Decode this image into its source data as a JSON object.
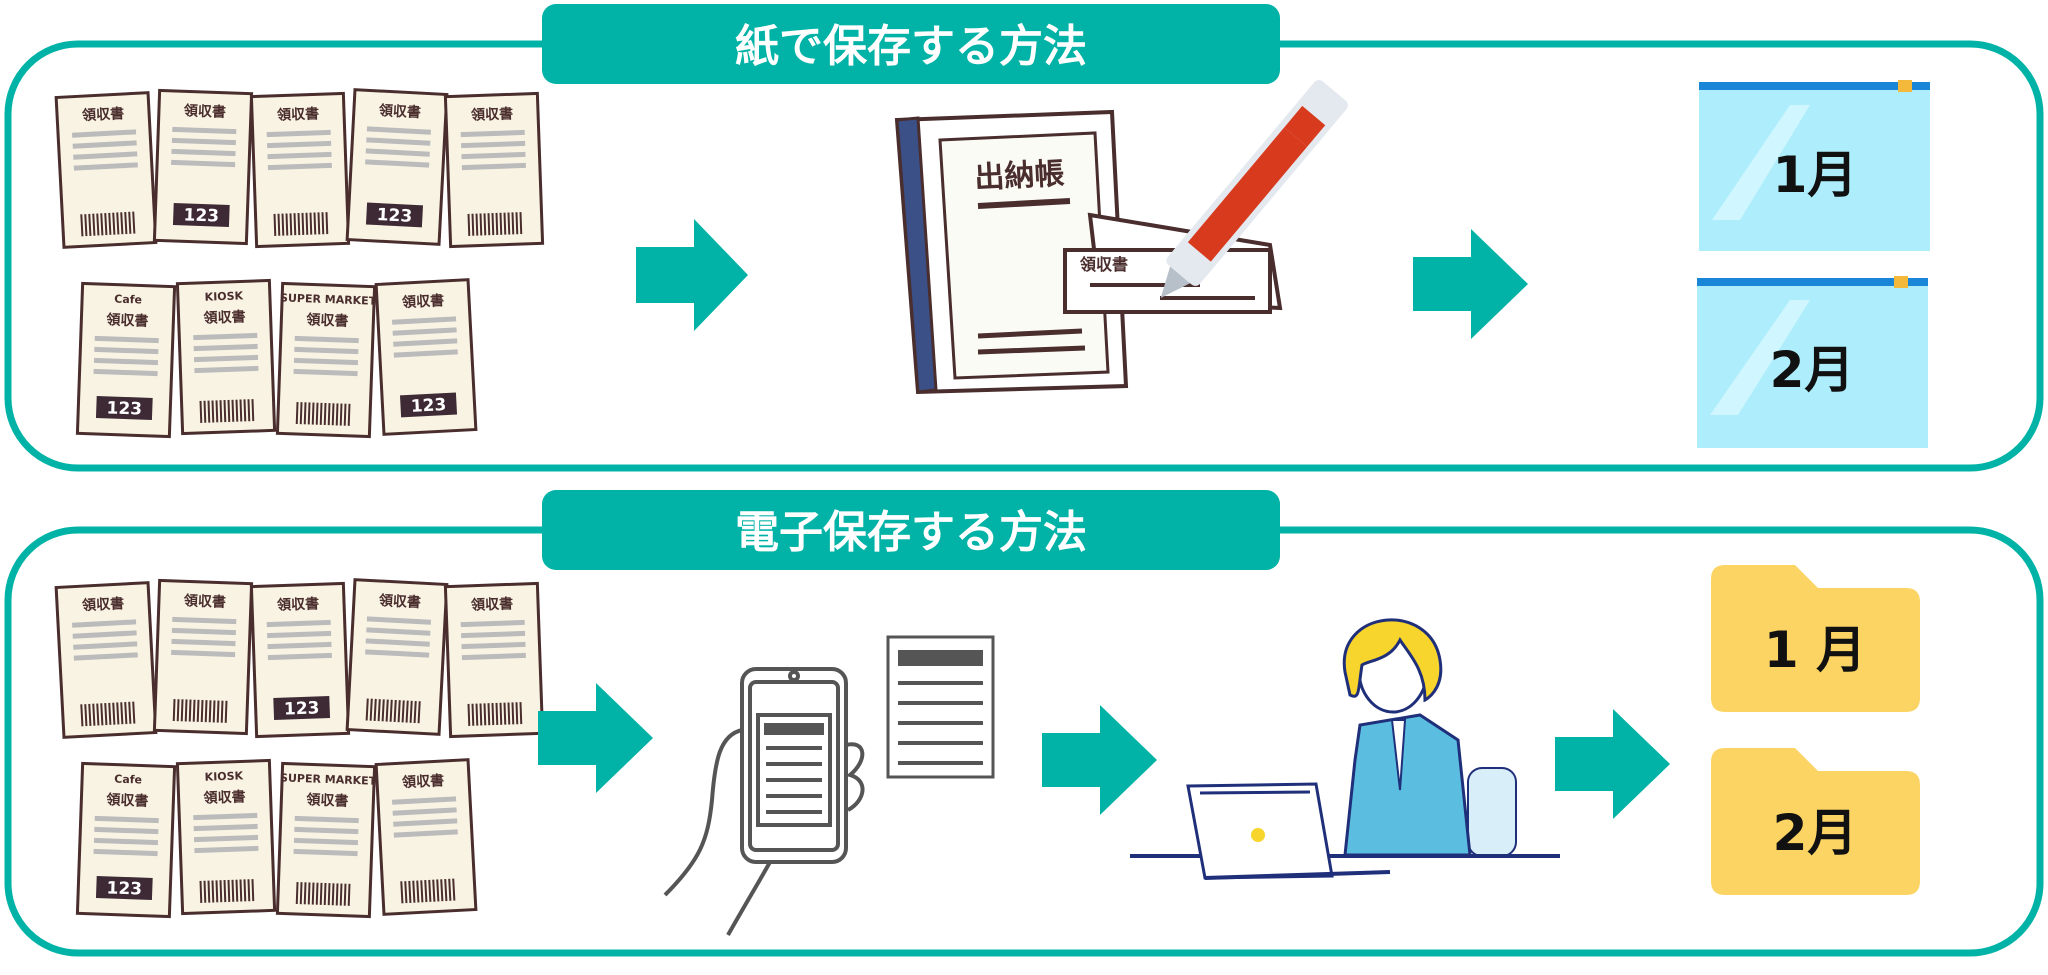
{
  "paper_section": {
    "title": "紙で保存する方法",
    "ledger_title": "出納帳",
    "receipt_card_label": "領収書",
    "bags": [
      "1月",
      "2月"
    ]
  },
  "digital_section": {
    "title": "電子保存する方法",
    "folders": [
      "1 月",
      "2月"
    ]
  },
  "receipts": {
    "title": "領収書",
    "number": "123",
    "shops": [
      "Cafe",
      "KIOSK",
      "SUPER MARKET"
    ]
  },
  "colors": {
    "accent": "#00b3a6",
    "receipt_paper": "#f8f3e3",
    "receipt_ink": "#4a2d2d",
    "bag": "#aeeefc",
    "folder": "#fbd464",
    "pen": "#d83a1e",
    "suit": "#5bbde0",
    "hair": "#f8d52c"
  },
  "icons": [
    "arrow-right-icon",
    "smartphone-icon",
    "document-icon",
    "folder-icon",
    "zip-bag-icon",
    "pen-icon",
    "ledger-book-icon",
    "laptop-icon"
  ]
}
